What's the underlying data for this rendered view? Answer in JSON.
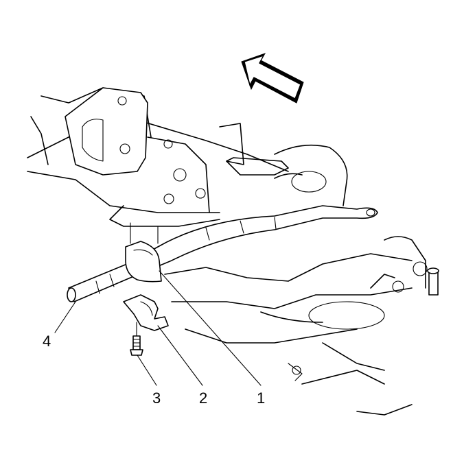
{
  "callouts": {
    "c1": "1",
    "c2": "2",
    "c3": "3",
    "c4": "4"
  },
  "icons": {
    "direction_arrow": "forward-direction-arrow-icon"
  }
}
